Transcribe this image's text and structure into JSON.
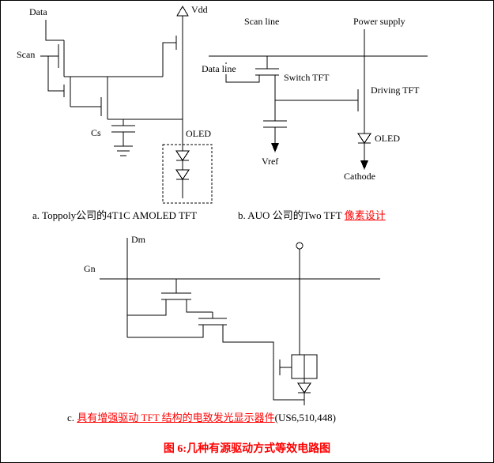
{
  "figure_caption": "图 6:几种有源驱动方式等效电路图",
  "circuit_a": {
    "labels": {
      "data": "Data",
      "scan": "Scan",
      "vdd": "Vdd",
      "cs": "Cs",
      "oled": "OLED"
    },
    "caption": "a. Toppoly公司的4T1C AMOLED TFT"
  },
  "circuit_b": {
    "labels": {
      "scan_line": "Scan line",
      "power_supply": "Power supply",
      "data_line": "Data line",
      "switch_tft": "Switch TFT",
      "driving_tft": "Driving TFT",
      "oled": "OLED",
      "vref": "Vref",
      "cathode": "Cathode"
    },
    "caption_prefix": "b. AUO 公司的Two TFT ",
    "caption_link": "像素设计"
  },
  "circuit_c": {
    "labels": {
      "dm": "Dm",
      "gn": "Gn"
    },
    "caption_prefix": "c. ",
    "caption_link": "具有增强驱动 TFT 结构的电致发光显示器件",
    "caption_suffix": "(US6,510,448)"
  },
  "colors": {
    "accent_red": "#FF0000",
    "wire_black": "#000000"
  }
}
